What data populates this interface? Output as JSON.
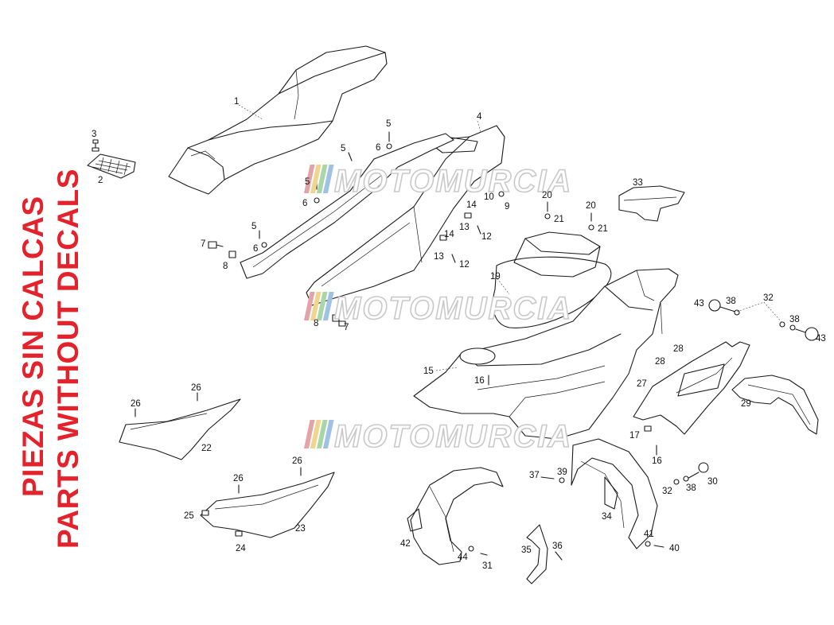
{
  "side_titles": {
    "line1": "PIEZAS SIN CALCAS",
    "line2": "PARTS WITHOUT DECALS",
    "color": "#e4222b"
  },
  "watermark": {
    "text": "MOTOMURCIA",
    "stripe_colors": [
      "#e5a3a8",
      "#f2d58d",
      "#a9d6a7",
      "#9fc1e4"
    ]
  },
  "part_numbers": {
    "p1": "1",
    "p2": "2",
    "p3": "3",
    "p4": "4",
    "p5a": "5",
    "p5b": "5",
    "p5c": "5",
    "p5d": "5",
    "p6a": "6",
    "p6b": "6",
    "p6c": "6",
    "p7a": "7",
    "p7b": "7",
    "p8a": "8",
    "p8b": "8",
    "p9": "9",
    "p10": "10",
    "p12a": "12",
    "p12b": "12",
    "p13a": "13",
    "p13b": "13",
    "p14a": "14",
    "p14b": "14",
    "p15": "15",
    "p16a": "16",
    "p16b": "16",
    "p17": "17",
    "p19": "19",
    "p20a": "20",
    "p20b": "20",
    "p21a": "21",
    "p21b": "21",
    "p22": "22",
    "p23": "23",
    "p24": "24",
    "p25": "25",
    "p26a": "26",
    "p26b": "26",
    "p26c": "26",
    "p26d": "26",
    "p27": "27",
    "p28a": "28",
    "p28b": "28",
    "p29": "29",
    "p30": "30",
    "p31": "31",
    "p32a": "32",
    "p32b": "32",
    "p33": "33",
    "p34": "34",
    "p35": "35",
    "p36": "36",
    "p37": "37",
    "p38a": "38",
    "p38b": "38",
    "p38c": "38",
    "p39": "39",
    "p40": "40",
    "p41": "41",
    "p42": "42",
    "p43a": "43",
    "p43b": "43",
    "p44": "44"
  }
}
